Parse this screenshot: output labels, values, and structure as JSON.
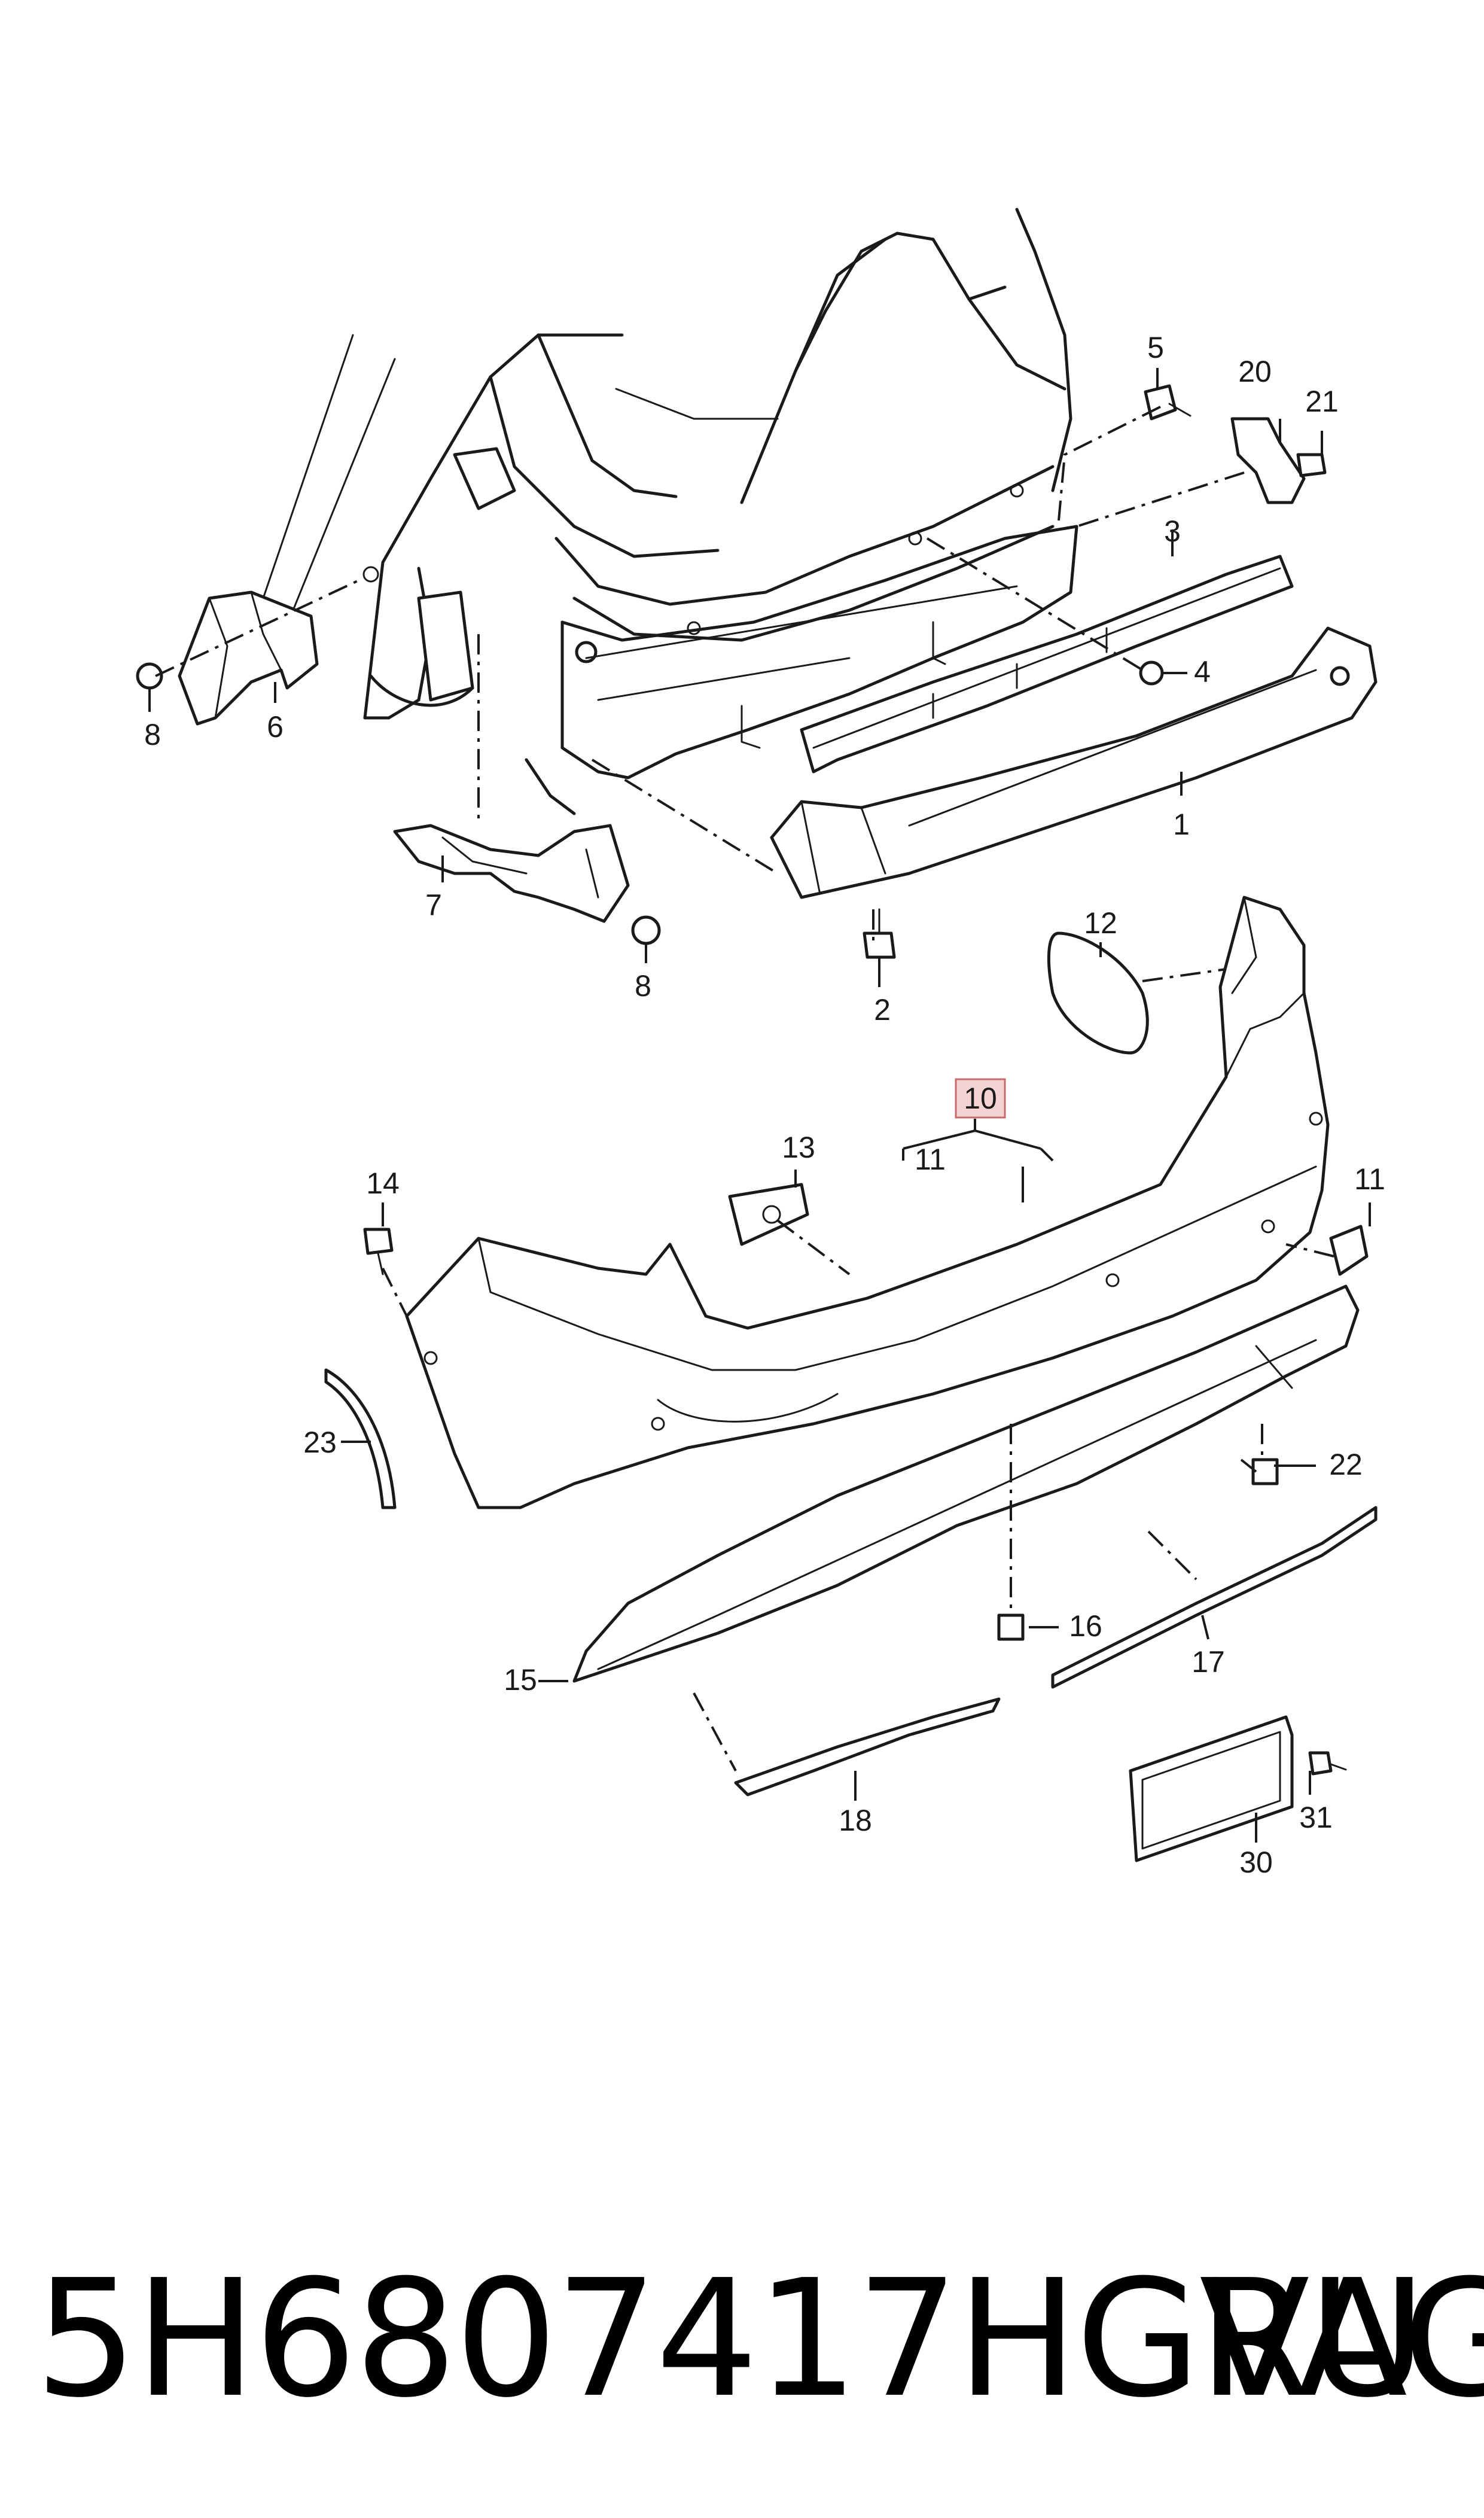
{
  "diagram": {
    "callouts": [
      "1",
      "2",
      "3",
      "4",
      "5",
      "6",
      "7",
      "8",
      "8",
      "10",
      "11",
      "11",
      "12",
      "13",
      "14",
      "15",
      "16",
      "17",
      "18",
      "20",
      "21",
      "22",
      "23",
      "30",
      "31"
    ],
    "highlighted_callout": "10",
    "highlight_color": "#f6d3d3"
  },
  "footer": {
    "part_number": "5H6807417HGRU",
    "brand": "VAG"
  }
}
